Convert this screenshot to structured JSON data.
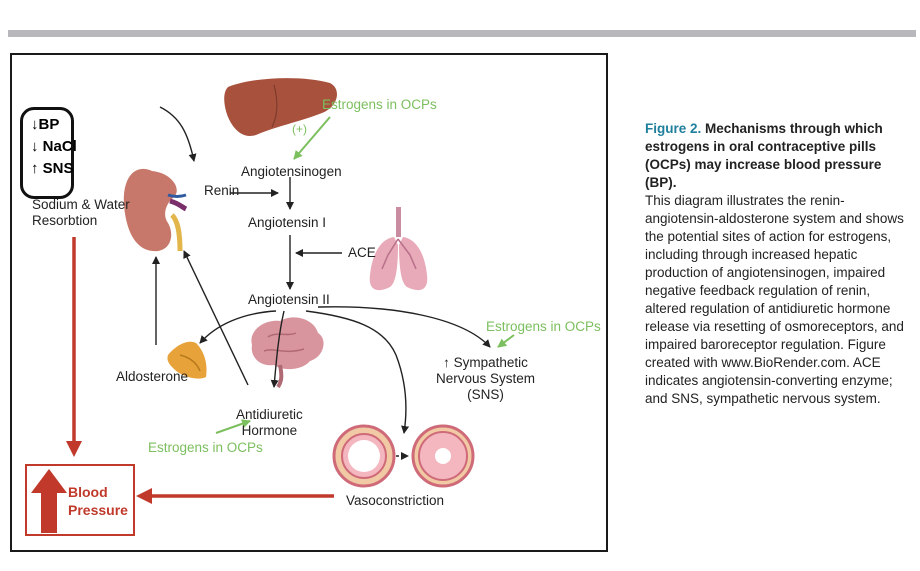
{
  "diagram": {
    "stimulus_box": [
      "↓BP",
      "↓ NaCl",
      "↑ SNS"
    ],
    "nodes": {
      "angiotensinogen": "Angiotensinogen",
      "angiotensin_1": "Angiotensin I",
      "angiotensin_2": "Angiotensin II",
      "renin": "Renin",
      "ace": "ACE",
      "sodium_water": "Sodium & Water\nResorbtion",
      "aldosterone": "Aldosterone",
      "adh": "Antidiuretic\nHormone",
      "sns": "↑ Sympathetic\nNervous System\n(SNS)",
      "vasoconstriction": "Vasoconstriction",
      "blood_pressure": "Blood\nPressure",
      "plus": "(+)"
    },
    "estrogen_labels": {
      "liver": "Estrogens in OCPs",
      "sns": "Estrogens in OCPs",
      "adh": "Estrogens in OCPs"
    },
    "colors": {
      "estrogen_green": "#7cbf5e",
      "bp_red": "#c0392b",
      "kidney": "#c8786a",
      "liver": "#a8523e",
      "lung": "#e8a9b8",
      "brain": "#d9959e",
      "adrenal": "#e8a23a"
    },
    "icons": [
      "kidney-icon",
      "liver-icon",
      "lungs-icon",
      "brain-icon",
      "adrenal-gland-icon",
      "blood-vessel-icon",
      "up-arrow-icon"
    ]
  },
  "caption": {
    "figure_number": "Figure 2.",
    "title": "Mechanisms through which estrogens in oral contraceptive pills (OCPs) may increase blood pressure (BP).",
    "body": "This diagram illustrates the renin-angiotensin-aldosterone system and shows the potential sites of action for estrogens, including through increased hepatic production of angiotensinogen, impaired negative feedback regulation of renin, altered regulation of antidiuretic hormone release via resetting of osmoreceptors, and impaired baroreceptor regulation. Figure created with www.BioRender.com. ACE indicates angiotensin-converting enzyme; and SNS, sympathetic nervous system."
  }
}
